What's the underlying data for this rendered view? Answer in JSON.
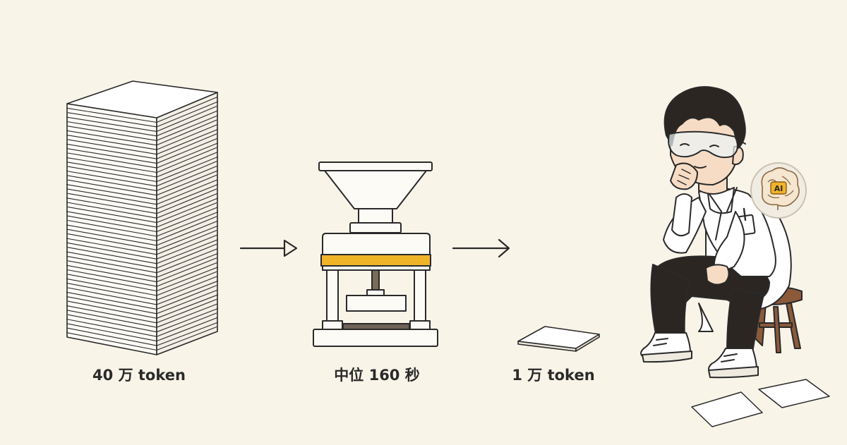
{
  "labels": {
    "input_size": "40 万 token",
    "processing_time": "中位 160 秒",
    "output_size": "1 万 token",
    "badge_text": "AI"
  },
  "colors": {
    "background": "#f9f4e8",
    "ink": "#2a2a2a",
    "press_band": "#f0b429",
    "stool_wood": "#8a5a3b",
    "coat": "#ffffff",
    "trousers": "#2b2622"
  },
  "icons": [
    "paper-stack-icon",
    "arrow-right-icon",
    "funnel-press-icon",
    "single-sheet-icon",
    "researcher-illustration",
    "ai-brain-badge-icon"
  ]
}
